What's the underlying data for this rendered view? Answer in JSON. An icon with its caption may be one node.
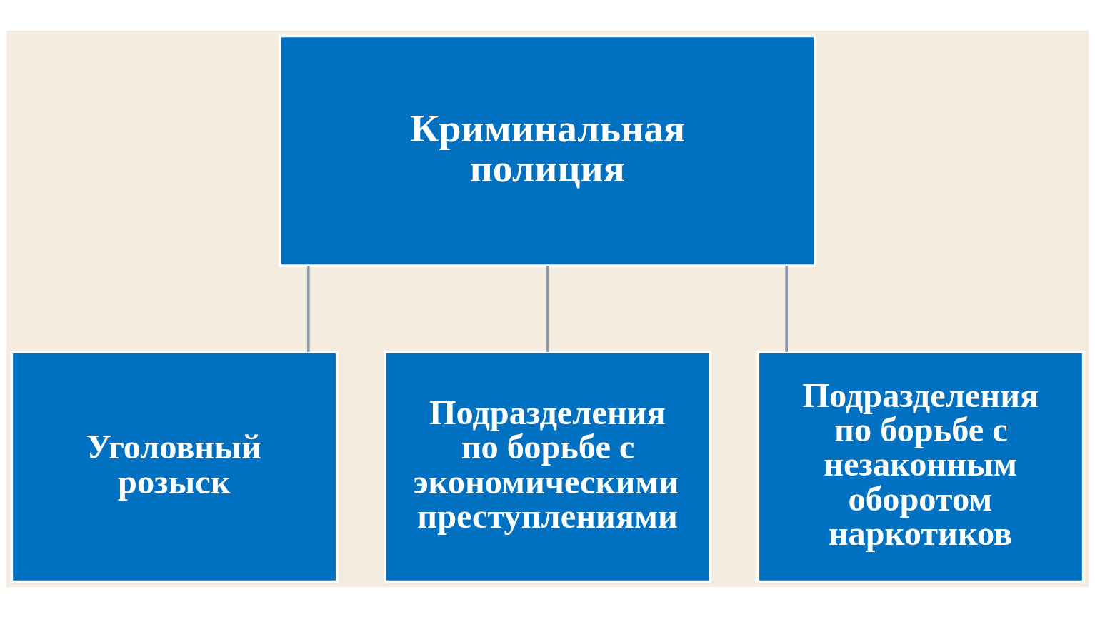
{
  "diagram": {
    "nodes": [
      {
        "text": [
          "Криминальная полиция"
        ]
      },
      {
        "text": [
          "Уголовный розыск"
        ]
      },
      {
        "text": [
          "Подразделения по борьбе с экономическими преступлениями"
        ]
      },
      {
        "text": [
          "Подразделения по борьбе с незаконным оборотом наркотиков"
        ]
      }
    ],
    "edges": [
      {
        "from": 0,
        "to": 1,
        "arrow": "none"
      },
      {
        "from": 0,
        "to": 2,
        "arrow": "none"
      },
      {
        "from": 0,
        "to": 3,
        "arrow": "none"
      }
    ]
  }
}
